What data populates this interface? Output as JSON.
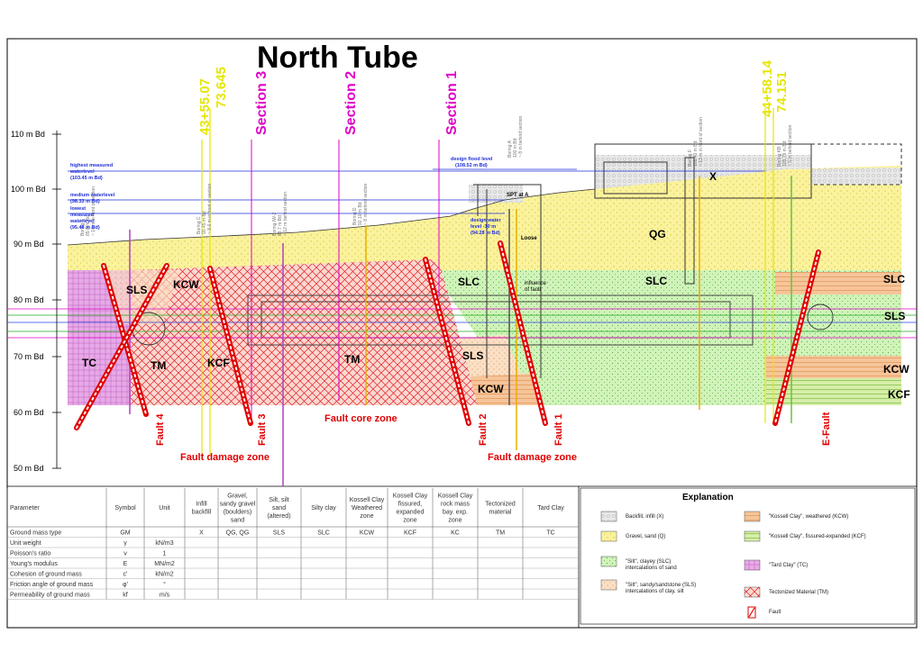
{
  "title": "North Tube",
  "elevations": [
    "110 m Bd",
    "100 m Bd",
    "90 m Bd",
    "80 m Bd",
    "70 m Bd",
    "60 m Bd",
    "50 m Bd"
  ],
  "stations": [
    "43+55.07",
    "73.645",
    "44+58.14",
    "74.151"
  ],
  "sections": [
    "Section 3",
    "Section 2",
    "Section 1"
  ],
  "water_levels": {
    "highest": [
      "highest measured",
      "waterlevel",
      "(103.45 m Bd)"
    ],
    "medium": [
      "medium waterlevel",
      "(98.33 m Bd)"
    ],
    "lowest": [
      "lowest",
      "measured",
      "waterlevel",
      "(95.48 m Bd)"
    ],
    "flood": [
      "design flood level",
      "(108.52 m Bd)"
    ],
    "design": [
      "design water",
      "level -10 m",
      "(94.28 m Bd)"
    ]
  },
  "borings": [
    [
      "Boring E",
      "85.0 m Bd",
      "~ 10 m in front of section"
    ],
    [
      "Boring C",
      "90.45 m Bd",
      "~ 8.6 m in front of section"
    ],
    [
      "Boring IW-2",
      "88.7 m Bd",
      "~ 12 m behind section"
    ],
    [
      "Boring D",
      "92.10 m Bd",
      "~ 8 m behind section"
    ],
    [
      "Boring A",
      "100 m Bd",
      "~ 8 m behind section"
    ],
    [
      "Boring F",
      "103.43 m Bd",
      "~ 13 m in front of section"
    ],
    [
      "Boring KB",
      "105.79 m Bd",
      "~ 5 m behind section"
    ]
  ],
  "misc_labels": {
    "spt": "SPT at A",
    "loose": "Loose",
    "influence": [
      "influence",
      "of fault"
    ]
  },
  "units": {
    "x": "X",
    "qg": "QG",
    "sls_left": "SLS",
    "kcw_left": "KCW",
    "tc": "TC",
    "tm_left": "TM",
    "kcf_left": "KCF",
    "tm_mid": "TM",
    "slc_mid": "SLC",
    "slc_right": "SLC",
    "sls_mid": "SLS",
    "kcw_mid": "KCW",
    "slc_far": "SLC",
    "sls_far": "SLS",
    "kcw_far": "KCW",
    "kcf_far": "KCF"
  },
  "faults": [
    "Fault 4",
    "Fault 3",
    "Fault 2",
    "Fault 1",
    "E-Fault"
  ],
  "zones": {
    "core": "Fault core zone",
    "damage_left": "Fault damage zone",
    "damage_right": "Fault damage zone"
  },
  "table": {
    "headers": [
      [
        "Parameter"
      ],
      [
        "Symbol"
      ],
      [
        "Unit"
      ],
      [
        "Infill",
        "backfill"
      ],
      [
        "Gravel,",
        "sandy gravel",
        "(boulders)",
        "sand"
      ],
      [
        "Silt, silt",
        "sand",
        "(altered)"
      ],
      [
        "Silty clay"
      ],
      [
        "Kossell Clay",
        "Weathered",
        "zone"
      ],
      [
        "Kossell Clay",
        "fissured,",
        "expanded",
        "zone"
      ],
      [
        "Kossell Clay",
        "rock mass",
        "bay. exp.",
        "zone"
      ],
      [
        "Tectonized",
        "material"
      ],
      [
        "Tard Clay"
      ]
    ],
    "rows": [
      [
        "Ground mass type",
        "GM",
        "",
        "X",
        "QG, QG",
        "SLS",
        "SLC",
        "KCW",
        "KCF",
        "KC",
        "TM",
        "TC"
      ],
      [
        "Unit weight",
        "γ",
        "kN/m3",
        "",
        "",
        "",
        "",
        "",
        "",
        "",
        "",
        ""
      ],
      [
        "Poisson's ratio",
        "ν",
        "1",
        "",
        "",
        "",
        "",
        "",
        "",
        "",
        "",
        ""
      ],
      [
        "Young's modulus",
        "E",
        "MN/m2",
        "",
        "",
        "",
        "",
        "",
        "",
        "",
        "",
        ""
      ],
      [
        "Cohesion of ground mass",
        "c'",
        "kN/m2",
        "",
        "",
        "",
        "",
        "",
        "",
        "",
        "",
        ""
      ],
      [
        "Friction angle of ground mass",
        "φ'",
        "°",
        "",
        "",
        "",
        "",
        "",
        "",
        "",
        "",
        ""
      ],
      [
        "Permeability of ground mass",
        "kf",
        "m/s",
        "",
        "",
        "",
        "",
        "",
        "",
        "",
        "",
        ""
      ]
    ]
  },
  "legend": {
    "title": "Explanation",
    "items": [
      {
        "label": [
          "Backfill, infill (X)"
        ],
        "pattern": "backfill"
      },
      {
        "label": [
          "\"Kossell Clay\", weathered (KCW)"
        ],
        "pattern": "kcw"
      },
      {
        "label": [
          "Gravel, sand (Q)"
        ],
        "pattern": "gravel"
      },
      {
        "label": [
          "\"Kossell Clay\", fissured-expanded (KCF)"
        ],
        "pattern": "kcf"
      },
      {
        "label": [
          "\"Silt\", clayey (SLC)",
          "intercalations of sand"
        ],
        "pattern": "slc"
      },
      {
        "label": [
          "\"Tard Clay\" (TC)"
        ],
        "pattern": "tc"
      },
      {
        "label": [
          "\"Silt\", sandy/sandstone (SLS)",
          "intercalations of clay, silt"
        ],
        "pattern": "sls"
      },
      {
        "label": [
          "Tectonized Material (TM)"
        ],
        "pattern": "tm"
      },
      {
        "label": [
          "Fault"
        ],
        "pattern": "fault"
      }
    ]
  },
  "colors": {
    "section_line": "#e000c8",
    "station": "#e6e600",
    "fault": "#e00000",
    "water": "#1f2fd8",
    "gravel": "#fbf2a0",
    "slc": "#c8f0b0",
    "tm": "#f6c8c0",
    "tc": "#e8a8e8"
  }
}
